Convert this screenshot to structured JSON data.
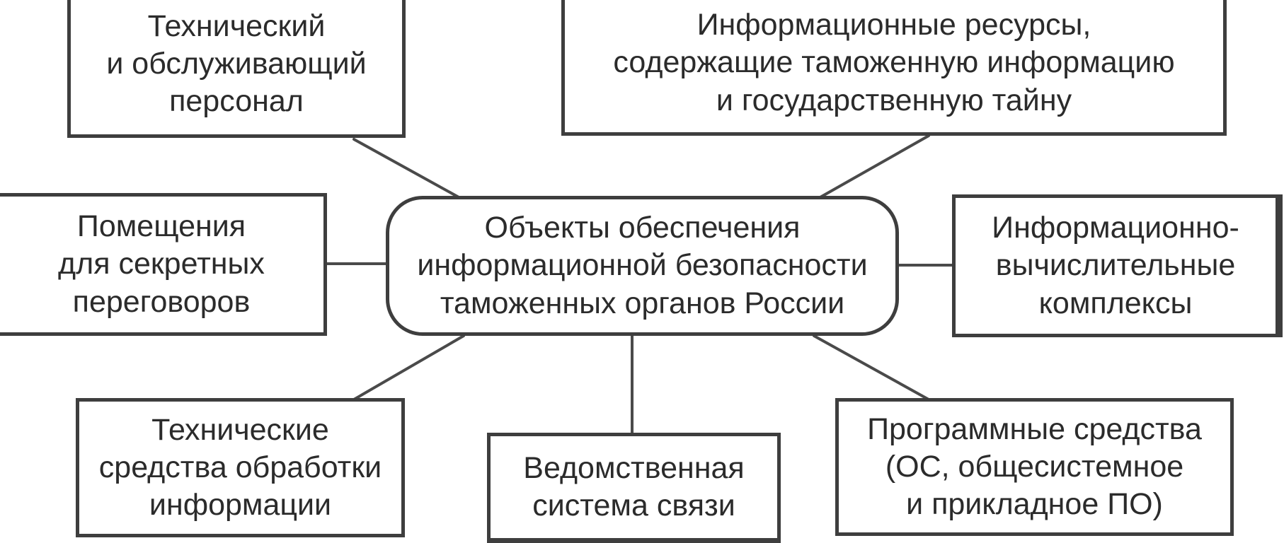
{
  "diagram": {
    "title": "Объекты обеспечения информационной безопасности таможенных органов России",
    "center": {
      "label": "Объекты обеспечения\nинформационной безопасности\nтаможенных органов России"
    },
    "nodes": [
      {
        "id": "technical-personnel",
        "label": "Технический\nи обслуживающий\nперсонал"
      },
      {
        "id": "information-resources",
        "label": "Информационные ресурсы,\nсодержащие таможенную информацию\nи государственную тайну"
      },
      {
        "id": "secret-negotiation-rooms",
        "label": "Помещения\nдля секретных\nпереговоров"
      },
      {
        "id": "computing-complexes",
        "label": "Информационно-\nвычислительные\nкомплексы"
      },
      {
        "id": "processing-equipment",
        "label": "Технические\nсредства обработки\nинформации"
      },
      {
        "id": "communication-system",
        "label": "Ведомственная\nсистема связи"
      },
      {
        "id": "software",
        "label": "Программные средства\n(ОС, общесистемное\nи прикладное ПО)"
      }
    ],
    "colors": {
      "border": "#3e3e3e",
      "text": "#2b2b2b",
      "background": "#ffffff",
      "line": "#4a4a4a"
    }
  }
}
